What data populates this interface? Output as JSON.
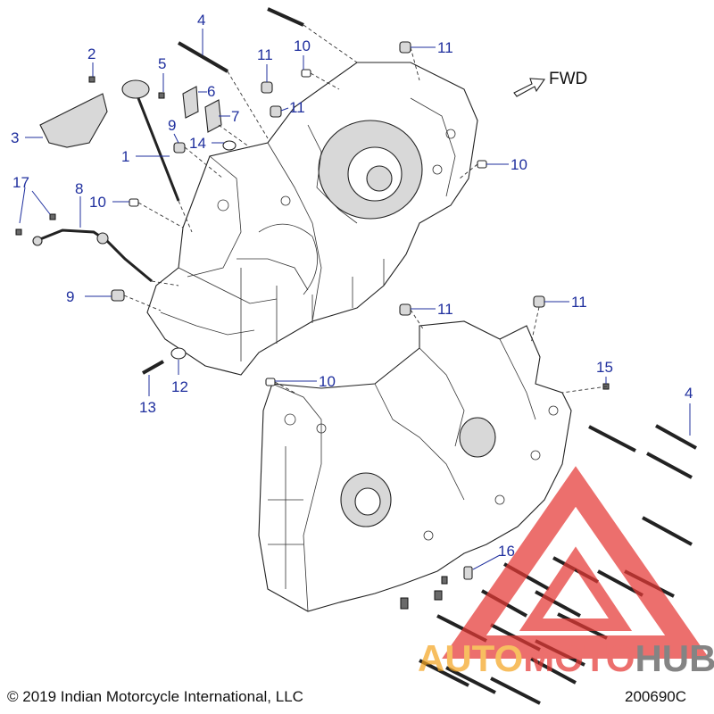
{
  "fwd_label": "FWD",
  "copyright": "© 2019 Indian Motorcycle International, LLC",
  "diagram_id": "200690C",
  "watermark": {
    "word_a": "AUTO",
    "word_b": "MOTO",
    "word_c": "HUB",
    "color_primary": "#f5a623",
    "color_secondary": "#e53935",
    "color_tertiary": "#555555"
  },
  "callout_color": "#1f2f9e",
  "callouts": {
    "c1": "1",
    "c2": "2",
    "c3": "3",
    "c4a": "4",
    "c4b": "4",
    "c5": "5",
    "c6": "6",
    "c7": "7",
    "c8": "8",
    "c9a": "9",
    "c9b": "9",
    "c10a": "10",
    "c10b": "10",
    "c10c": "10",
    "c10d": "10",
    "c11a": "11",
    "c11b": "11",
    "c11c": "11",
    "c11d": "11",
    "c11e": "11",
    "c12": "12",
    "c13": "13",
    "c14": "14",
    "c15": "15",
    "c16": "16",
    "c17": "17"
  }
}
